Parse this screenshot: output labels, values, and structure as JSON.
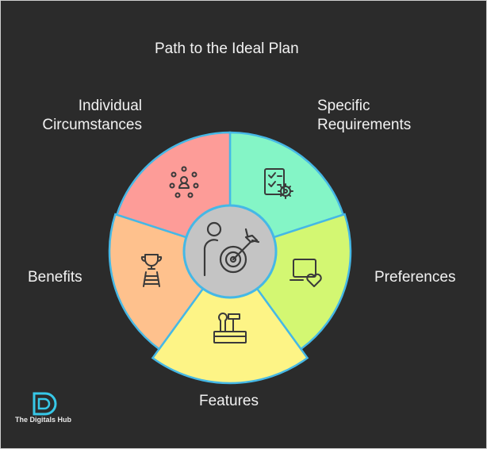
{
  "title": "Path to the Ideal Plan",
  "center_icon": "person-target-icon",
  "segments": [
    {
      "key": "specific",
      "lines": [
        "Specific",
        "Requirements"
      ],
      "color": "#84f5c6",
      "icon": "checklist-gear-icon"
    },
    {
      "key": "preferences",
      "lines": [
        "Preferences"
      ],
      "color": "#d3f772",
      "icon": "laptop-heart-icon"
    },
    {
      "key": "features",
      "lines": [
        "Features"
      ],
      "color": "#fdf486",
      "icon": "toolbox-icon"
    },
    {
      "key": "benefits",
      "lines": [
        "Benefits"
      ],
      "color": "#fec18d",
      "icon": "trophy-ladder-icon"
    },
    {
      "key": "individual",
      "lines": [
        "Individual",
        "Circumstances"
      ],
      "color": "#fd9c98",
      "icon": "person-network-icon"
    }
  ],
  "colors": {
    "background": "#2b2b2b",
    "outline": "#45b8e6",
    "center_fill": "#c4c4c4",
    "icon_stroke": "#3a3a3a",
    "brand_accent": "#37c8e8"
  },
  "brand": {
    "name": "The Digitals Hub",
    "logo_icon": "digitals-hub-logo-icon"
  }
}
